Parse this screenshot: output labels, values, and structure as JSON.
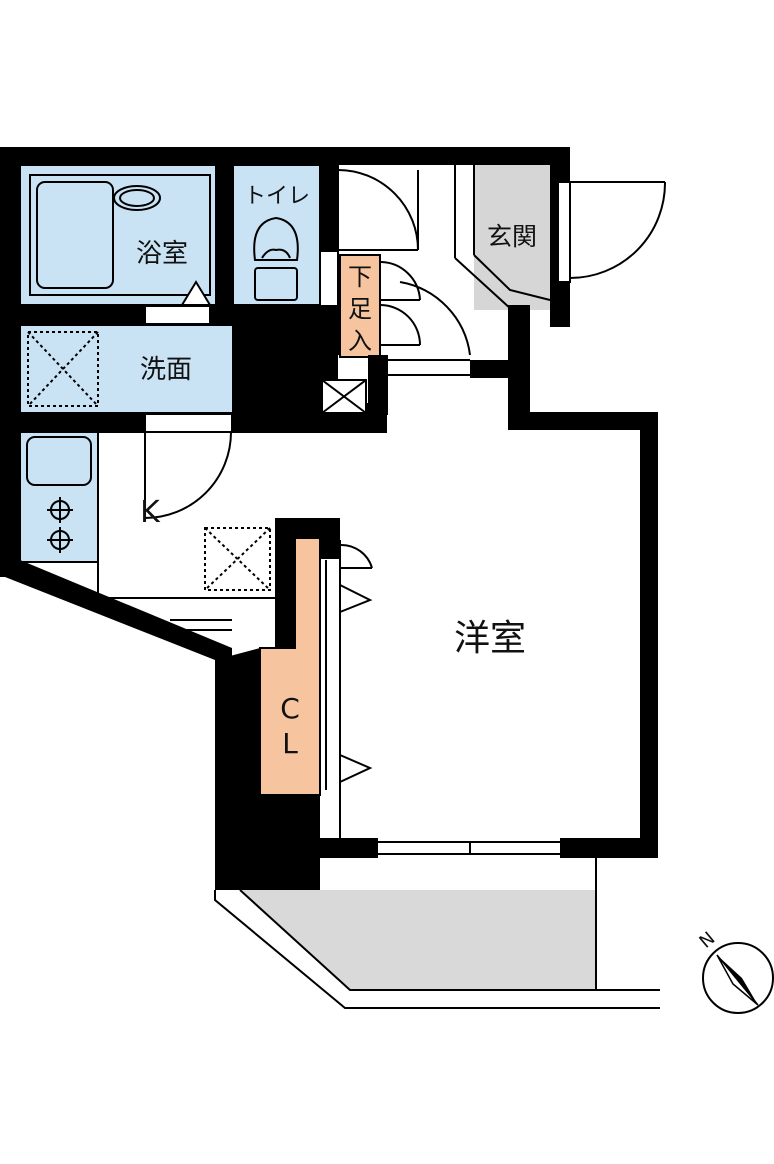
{
  "rooms": {
    "bathroom": "浴室",
    "toilet": "トイレ",
    "washroom": "洗面",
    "entrance": "玄関",
    "shoe_box": [
      "下",
      "足",
      "入"
    ],
    "kitchen": "K",
    "western_room": "洋室",
    "closet": [
      "C",
      "L"
    ]
  },
  "compass": {
    "north_label": "N"
  },
  "colors": {
    "wall": "#000000",
    "wet_area": "#c9e3f5",
    "storage": "#f6c49f",
    "entrance_floor": "#d6d6d6",
    "balcony": "#d9d9d9"
  }
}
